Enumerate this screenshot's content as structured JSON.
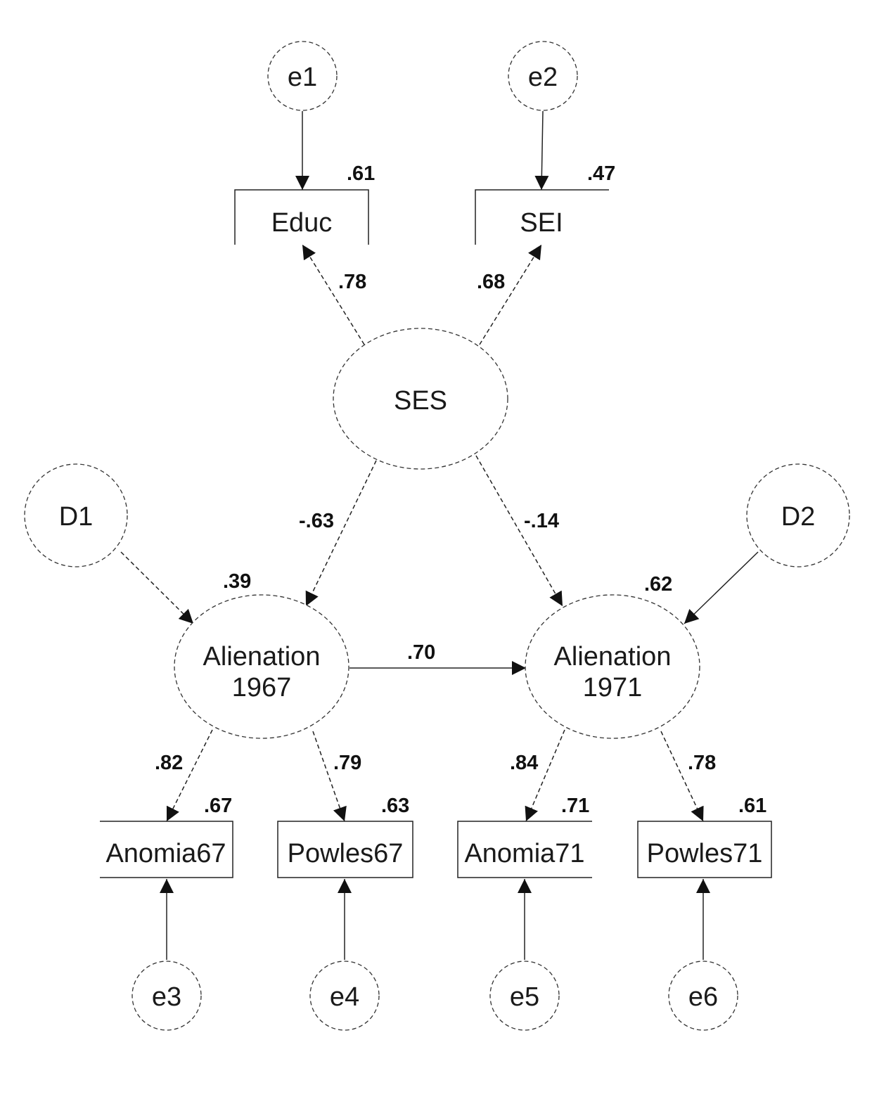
{
  "diagram": {
    "colors": {
      "stroke": "#222222",
      "text": "#1a1a1a",
      "background": "#ffffff"
    },
    "latent": {
      "ses": "SES",
      "alienation1967": [
        "Alienation",
        "1967"
      ],
      "alienation1971": [
        "Alienation",
        "1971"
      ]
    },
    "disturbances": {
      "d1": "D1",
      "d2": "D2"
    },
    "errors": {
      "e1": "e1",
      "e2": "e2",
      "e3": "e3",
      "e4": "e4",
      "e5": "e5",
      "e6": "e6"
    },
    "observed": {
      "educ": "Educ",
      "sei": "SEI",
      "anomia67": "Anomia67",
      "powles67": "Powles67",
      "anomia71": "Anomia71",
      "powles71": "Powles71"
    },
    "r_squared": {
      "educ": ".61",
      "sei": ".47",
      "alienation1967": ".39",
      "alienation1971": ".62",
      "anomia67": ".67",
      "powles67": ".63",
      "anomia71": ".71",
      "powles71": ".61"
    },
    "loadings": {
      "ses_educ": ".78",
      "ses_sei": ".68",
      "ses_alien67": "-.63",
      "ses_alien71": "-.14",
      "alien67_alien71": ".70",
      "alien67_anomia67": ".82",
      "alien67_powles67": ".79",
      "alien71_anomia71": ".84",
      "alien71_powles71": ".78"
    }
  }
}
